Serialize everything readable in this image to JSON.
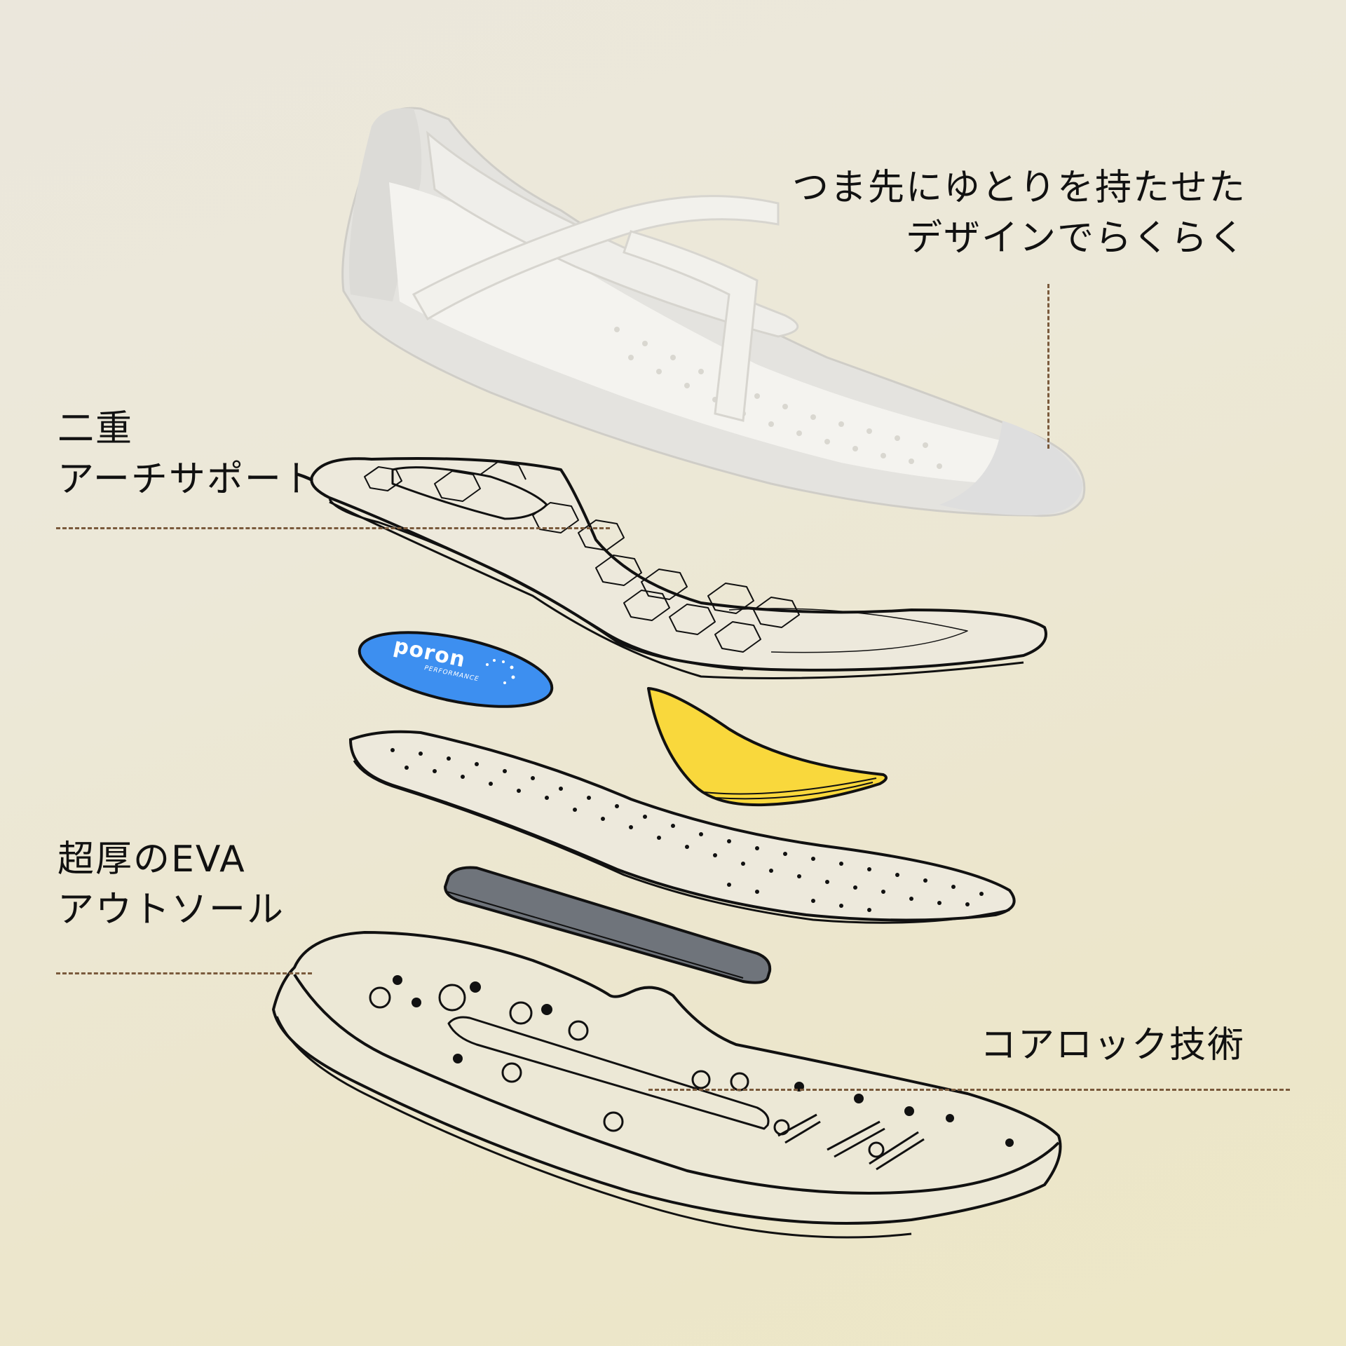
{
  "labels": {
    "toe_room": {
      "line1": "つま先にゆとりを持たせた",
      "line2": "デザインでらくらく"
    },
    "arch_support": {
      "line1": "二重",
      "line2": "アーチサポート"
    },
    "eva_outsole": {
      "line1": "超厚のEVA",
      "line2": "アウトソール"
    },
    "core_lock": {
      "line1": "コアロック技術"
    }
  },
  "components": [
    {
      "name": "shoe-upper",
      "description": "white knit mary-jane flat with crossed elastic straps"
    },
    {
      "name": "honeycomb-insole",
      "description": "arch support insole with hexagon pattern"
    },
    {
      "name": "poron-pad",
      "brand": "poron",
      "sub_brand": "PERFORMANCE",
      "color": "#3d8ff0"
    },
    {
      "name": "arch-wedge",
      "color": "#f9d83c"
    },
    {
      "name": "perforated-insole"
    },
    {
      "name": "core-lock-plate",
      "color": "#6f747b"
    },
    {
      "name": "eva-outsole"
    }
  ],
  "colors": {
    "background": "#ece8d8",
    "connector": "#7a5a3c",
    "poron_blue": "#3d8ff0",
    "wedge_yellow": "#f9d83c",
    "plate_gray": "#6f747b"
  }
}
